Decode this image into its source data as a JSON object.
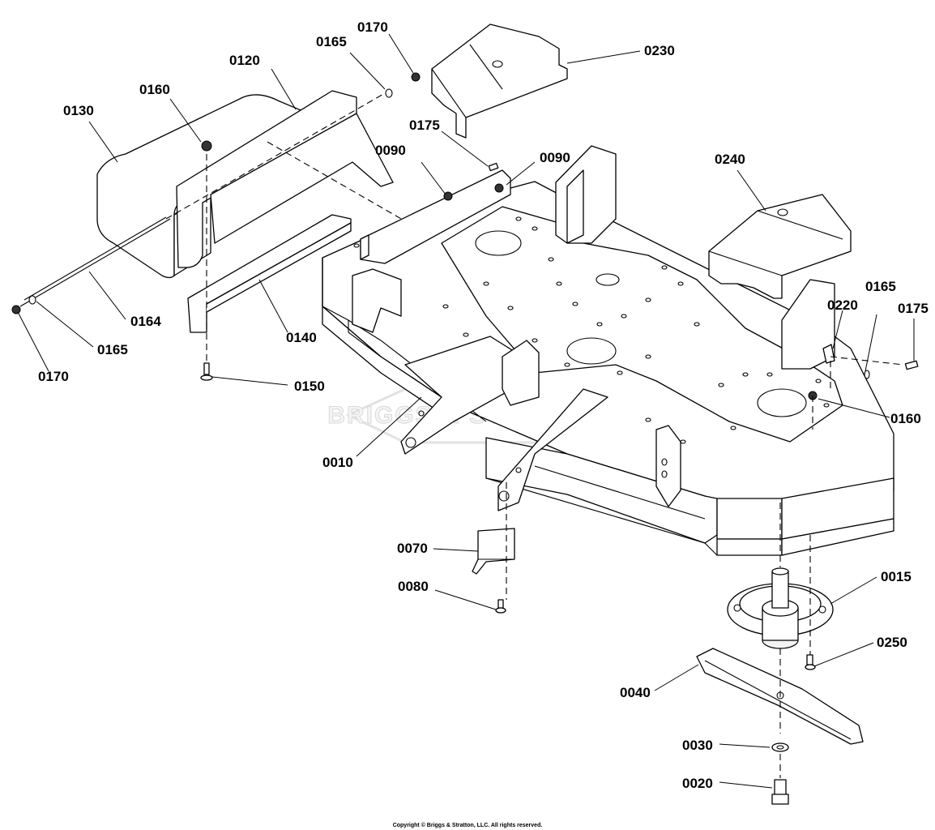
{
  "diagram": {
    "watermark": "BRIGGS & STRATTON",
    "copyright": "Copyright © Briggs & Stratton, LLC. All rights reserved.",
    "callouts": {
      "p0170_top": "0170",
      "p0165_top": "0165",
      "p0120": "0120",
      "p0160_left": "0160",
      "p0130": "0130",
      "p0230": "0230",
      "p0175_top": "0175",
      "p0090_a": "0090",
      "p0090_b": "0090",
      "p0240": "0240",
      "p0164": "0164",
      "p0165_left": "0165",
      "p0170_left": "0170",
      "p0140": "0140",
      "p0150": "0150",
      "p0165_right": "0165",
      "p0220": "0220",
      "p0175_right": "0175",
      "p0160_right": "0160",
      "p0010": "0010",
      "p0070": "0070",
      "p0080": "0080",
      "p0015": "0015",
      "p0250": "0250",
      "p0040": "0040",
      "p0030": "0030",
      "p0020": "0020"
    }
  }
}
